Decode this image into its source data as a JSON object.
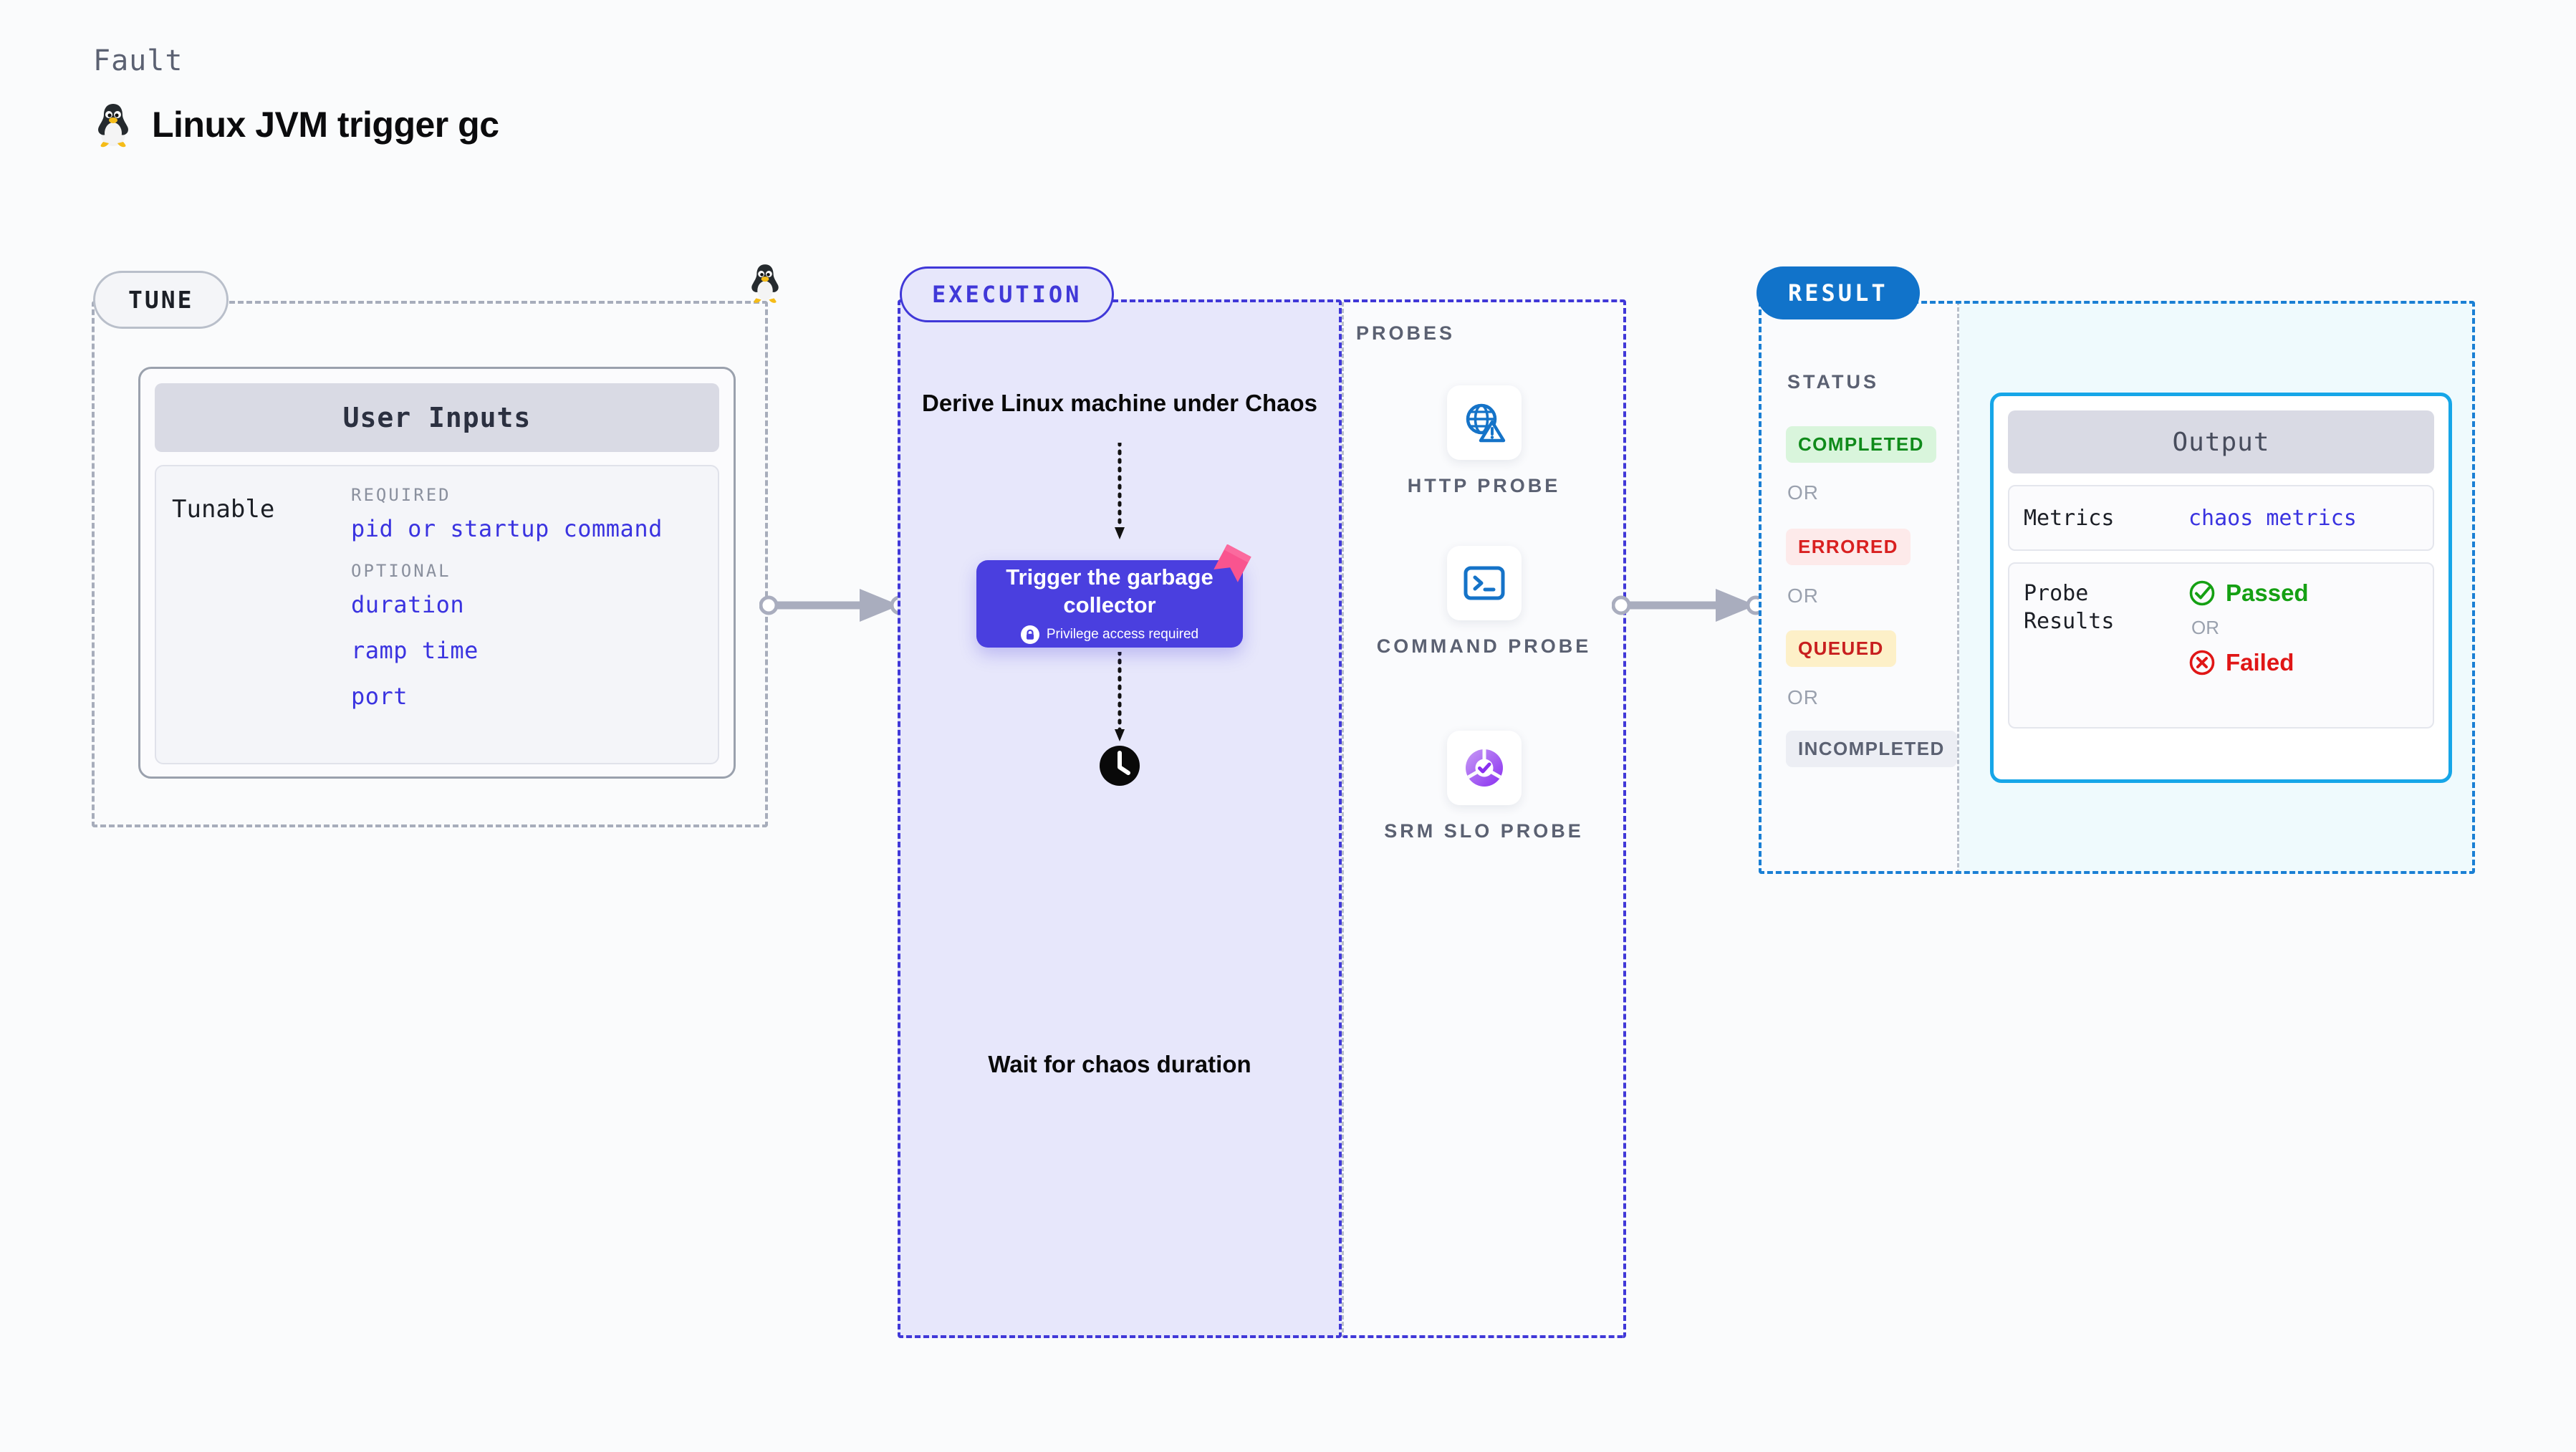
{
  "header": {
    "eyebrow": "Fault",
    "title": "Linux JVM trigger gc",
    "icon": "linux-tux-icon"
  },
  "tune": {
    "badge": "TUNE",
    "card_header": "User Inputs",
    "tunable_label": "Tunable",
    "groups": [
      {
        "title": "REQUIRED",
        "items": [
          "pid or startup command"
        ]
      },
      {
        "title": "OPTIONAL",
        "items": [
          "duration",
          "ramp time",
          "port"
        ]
      }
    ]
  },
  "execution": {
    "badge": "EXECUTION",
    "derive_step": "Derive Linux machine under Chaos",
    "trigger_card": {
      "title": "Trigger the garbage collector",
      "privilege_note": "Privilege access required",
      "lock_icon": "lock-icon",
      "ribbon_icon": "ribbon-icon"
    },
    "wait_step": "Wait for chaos duration",
    "clock_icon": "clock-icon"
  },
  "probes": {
    "title": "PROBES",
    "items": [
      {
        "label": "HTTP PROBE",
        "icon": "globe-warning-icon"
      },
      {
        "label": "COMMAND PROBE",
        "icon": "terminal-icon"
      },
      {
        "label": "SRM SLO PROBE",
        "icon": "slo-donut-check-icon"
      }
    ]
  },
  "result": {
    "badge": "RESULT",
    "status_title": "STATUS",
    "or_label": "OR",
    "statuses": [
      {
        "label": "COMPLETED",
        "bg": "#d9f5dc",
        "fg": "#0f8a1a"
      },
      {
        "label": "ERRORED",
        "bg": "#fdeaea",
        "fg": "#d92020"
      },
      {
        "label": "QUEUED",
        "bg": "#fdf0c8",
        "fg": "#c81f1f"
      },
      {
        "label": "INCOMPLETED",
        "bg": "#eceef4",
        "fg": "#5b6172"
      }
    ],
    "output": {
      "header": "Output",
      "metrics_key": "Metrics",
      "metrics_value": "chaos metrics",
      "probe_results_key": "Probe Results",
      "passed": "Passed",
      "failed": "Failed",
      "or_label": "OR",
      "passed_icon": "check-circle-icon",
      "failed_icon": "x-circle-icon"
    }
  },
  "colors": {
    "indigo": "#4038d8",
    "card_indigo": "#4a3fdf",
    "result_blue": "#1173ca",
    "cyan_border": "#16a6e8",
    "link_blue": "#3a33e0",
    "gray_dash": "#a7adbb",
    "connector_gray": "#a9adbe"
  }
}
